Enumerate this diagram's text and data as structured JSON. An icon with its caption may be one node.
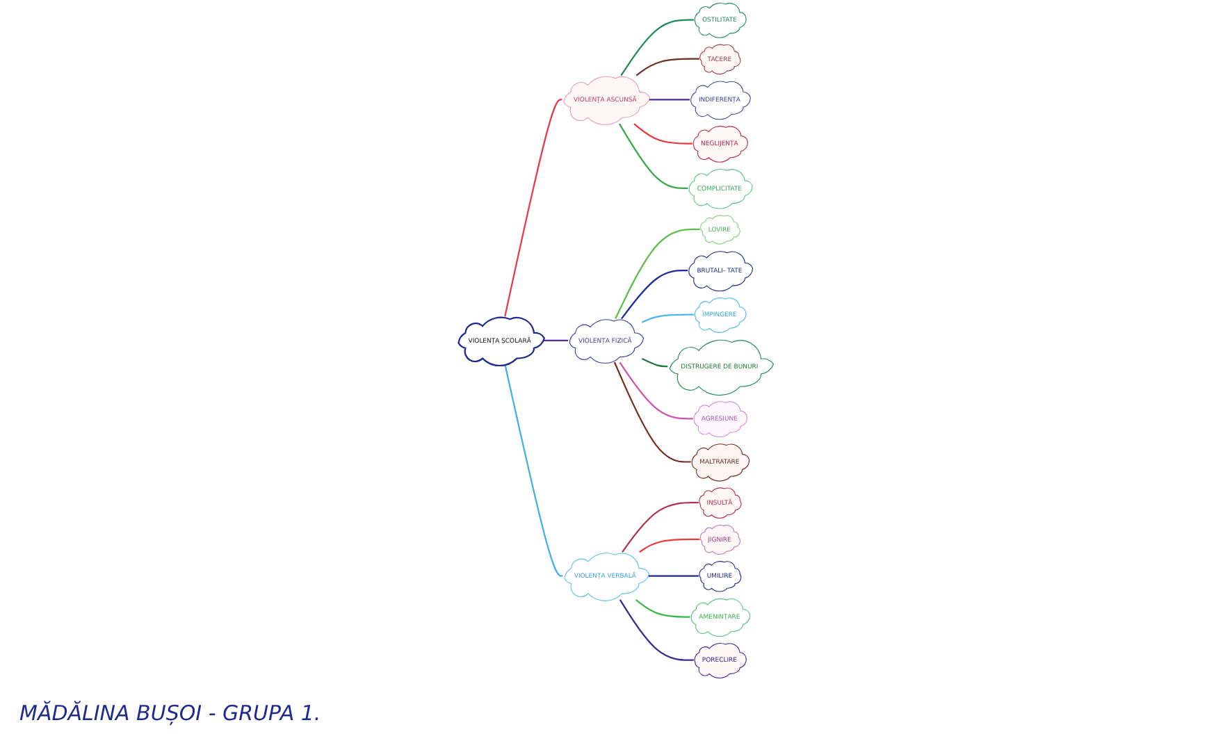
{
  "diagram": {
    "nodes": [
      {
        "text": [
          "VIOLENȚA ȘCOLARĂ"
        ]
      },
      {
        "text": [
          "VIOLENȚA ASCUNSĂ"
        ]
      },
      {
        "text": [
          "OSTILITATE"
        ]
      },
      {
        "text": [
          "TACERE"
        ]
      },
      {
        "text": [
          "INDIFERENȚA"
        ]
      },
      {
        "text": [
          "NEGLIJENȚA"
        ]
      },
      {
        "text": [
          "COMPLICITATE"
        ]
      },
      {
        "text": [
          "VIOLENȚA FIZICĂ"
        ]
      },
      {
        "text": [
          "LOVIRE"
        ]
      },
      {
        "text": [
          "BRUTALI- TATE"
        ]
      },
      {
        "text": [
          "ÎMPINGERE"
        ]
      },
      {
        "text": [
          "DISTRUGERE DE BUNURI"
        ]
      },
      {
        "text": [
          "AGRESIUNE"
        ]
      },
      {
        "text": [
          "MALTRATARE"
        ]
      },
      {
        "text": [
          "VIOLENȚA VERBALĂ"
        ]
      },
      {
        "text": [
          "INSULTĂ"
        ]
      },
      {
        "text": [
          "JIGNIRE"
        ]
      },
      {
        "text": [
          "UMILIRE"
        ]
      },
      {
        "text": [
          "AMENINȚARE"
        ]
      },
      {
        "text": [
          "PORECLIRE"
        ]
      }
    ],
    "edges": [
      {
        "from": 0,
        "to": 1,
        "arrow": "none",
        "color": "#e8384a"
      },
      {
        "from": 1,
        "to": 2,
        "arrow": "none",
        "color": "#1f8a55"
      },
      {
        "from": 1,
        "to": 3,
        "arrow": "none",
        "color": "#6b2e22"
      },
      {
        "from": 1,
        "to": 4,
        "arrow": "none",
        "color": "#4a2aa0"
      },
      {
        "from": 1,
        "to": 5,
        "arrow": "none",
        "color": "#e8383a"
      },
      {
        "from": 1,
        "to": 6,
        "arrow": "none",
        "color": "#3aa848"
      },
      {
        "from": 0,
        "to": 7,
        "arrow": "none",
        "color": "#5a2aa8"
      },
      {
        "from": 7,
        "to": 8,
        "arrow": "none",
        "color": "#5cc04a"
      },
      {
        "from": 7,
        "to": 9,
        "arrow": "none",
        "color": "#1f2aa0"
      },
      {
        "from": 7,
        "to": 10,
        "arrow": "none",
        "color": "#4ab8e8"
      },
      {
        "from": 7,
        "to": 11,
        "arrow": "none",
        "color": "#1a7a3a"
      },
      {
        "from": 7,
        "to": 12,
        "arrow": "none",
        "color": "#d050b0"
      },
      {
        "from": 7,
        "to": 13,
        "arrow": "none",
        "color": "#7a2a22"
      },
      {
        "from": 0,
        "to": 14,
        "arrow": "none",
        "color": "#40b0e8"
      },
      {
        "from": 14,
        "to": 15,
        "arrow": "none",
        "color": "#b03050"
      },
      {
        "from": 14,
        "to": 16,
        "arrow": "none",
        "color": "#e83a3a"
      },
      {
        "from": 14,
        "to": 17,
        "arrow": "none",
        "color": "#1f2a90"
      },
      {
        "from": 14,
        "to": 18,
        "arrow": "none",
        "color": "#3ab848"
      },
      {
        "from": 14,
        "to": 19,
        "arrow": "none",
        "color": "#3a2a90"
      }
    ],
    "labels": [
      "MĂDĂLINA BUȘOI - GRUPA 1."
    ]
  }
}
